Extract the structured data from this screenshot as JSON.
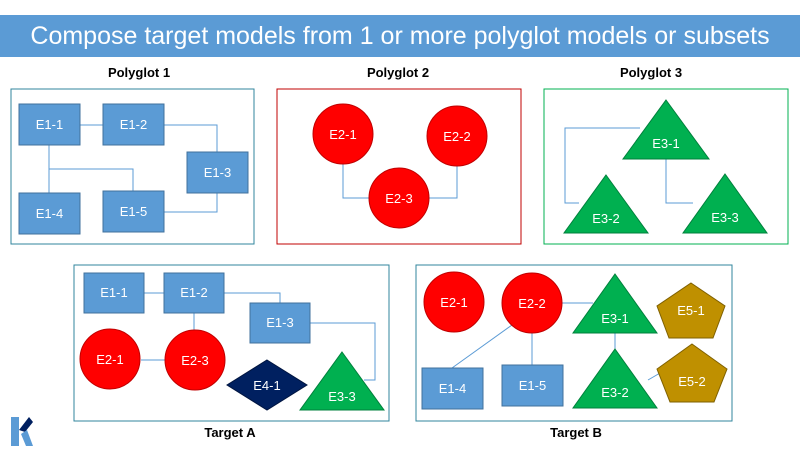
{
  "title": "Compose target models from 1 or more polyglot models or subsets",
  "panels": {
    "p1": {
      "label": "Polyglot 1",
      "nodes": [
        "E1-1",
        "E1-2",
        "E1-3",
        "E1-4",
        "E1-5"
      ]
    },
    "p2": {
      "label": "Polyglot 2",
      "nodes": [
        "E2-1",
        "E2-2",
        "E2-3"
      ]
    },
    "p3": {
      "label": "Polyglot 3",
      "nodes": [
        "E3-1",
        "E3-2",
        "E3-3"
      ]
    },
    "ta": {
      "label": "Target A",
      "nodes": [
        "E1-1",
        "E1-2",
        "E1-3",
        "E2-1",
        "E2-3",
        "E4-1",
        "E3-3"
      ]
    },
    "tb": {
      "label": "Target B",
      "nodes": [
        "E2-1",
        "E2-2",
        "E3-1",
        "E5-1",
        "E1-4",
        "E1-5",
        "E3-2",
        "E5-2"
      ]
    }
  },
  "colors": {
    "title_bg": "#5b9bd5",
    "rect_node": "#5b9bd5",
    "circle_node": "#ff0000",
    "triangle_node": "#00b050",
    "diamond_node": "#002060",
    "pentagon_node": "#bf9000"
  },
  "logo": "corner-logo-icon"
}
